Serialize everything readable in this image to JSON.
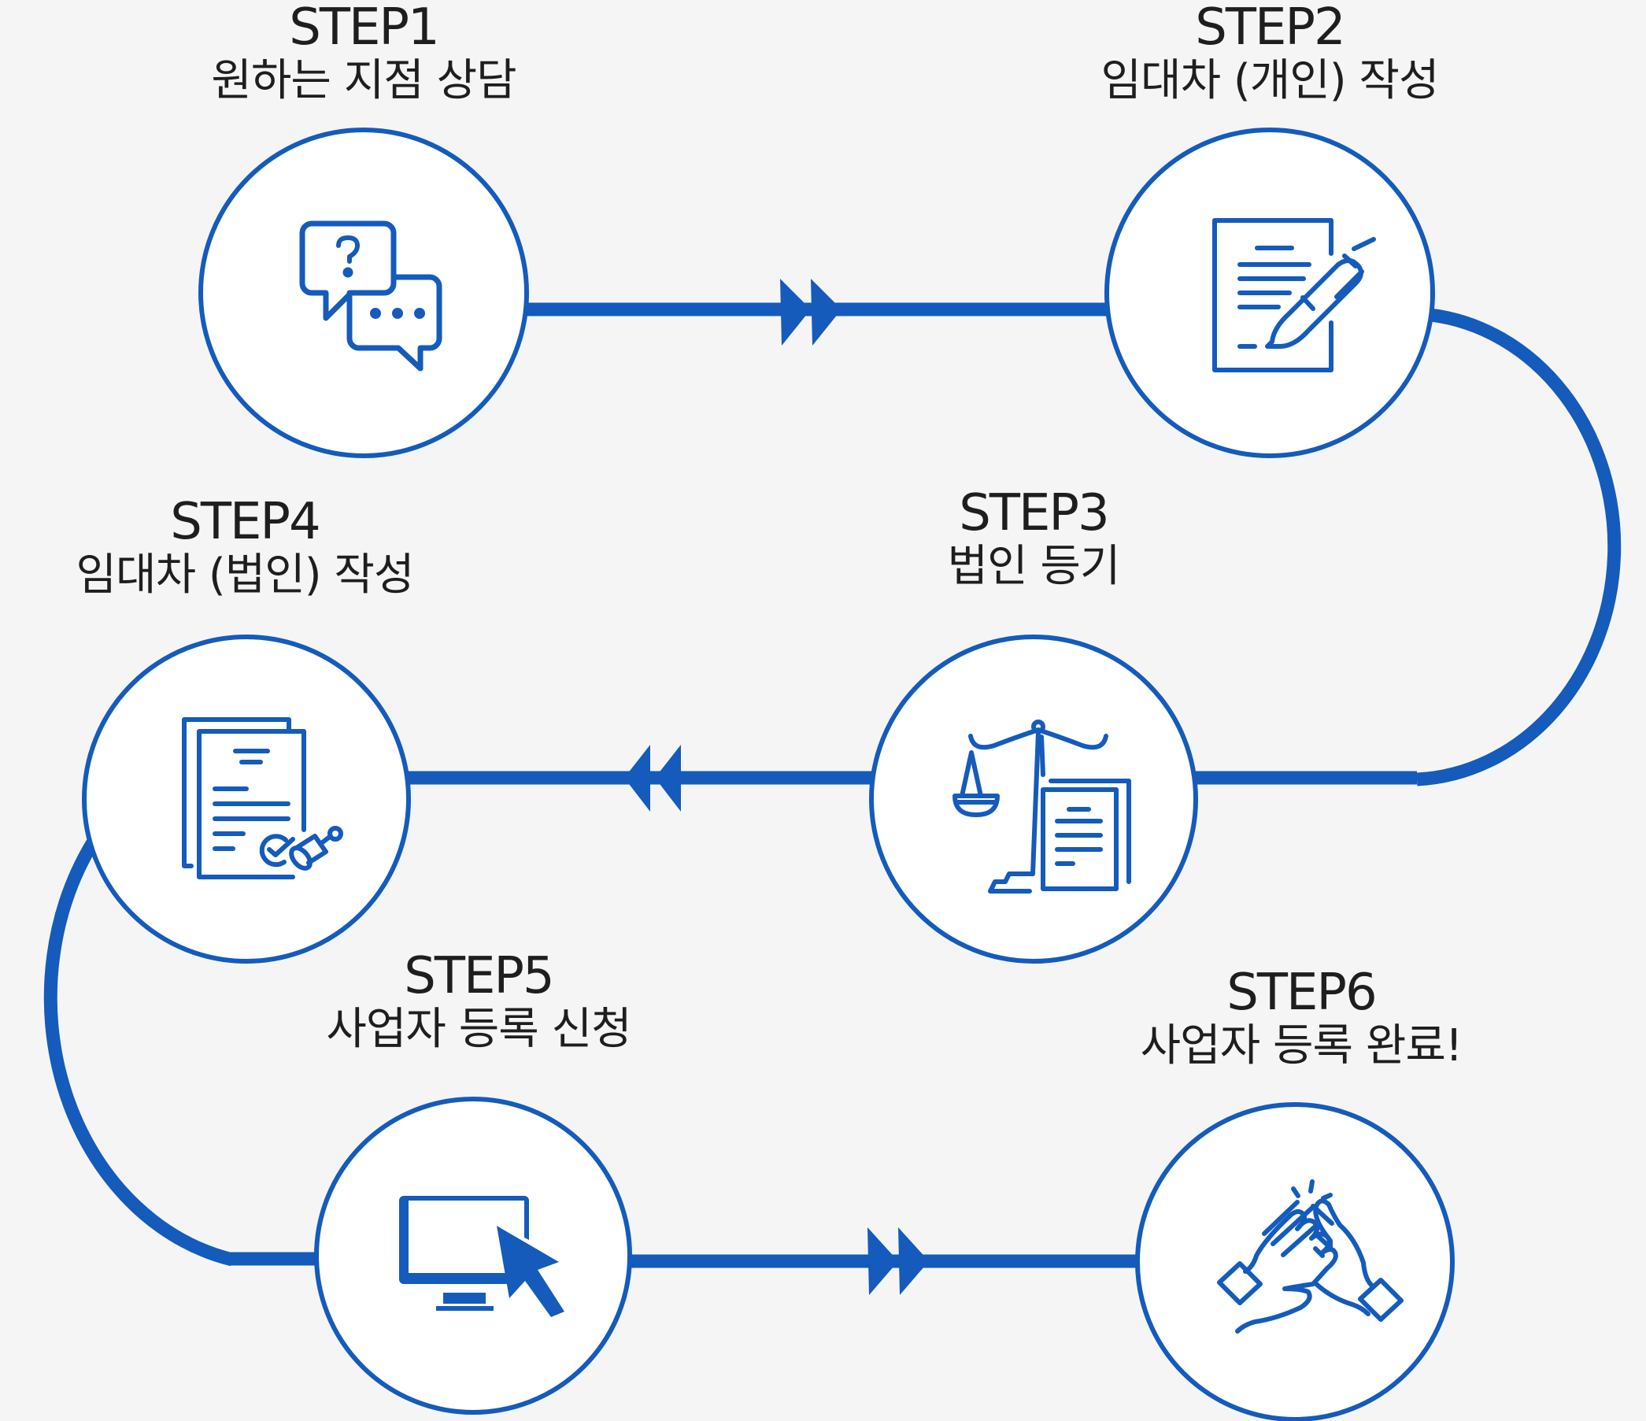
{
  "colors": {
    "accent": "#145bbc",
    "background": "#f5f5f5",
    "circle_fill": "#ffffff",
    "text": "#1e1e1e"
  },
  "steps": [
    {
      "number": "STEP1",
      "title": "원하는 지점 상담",
      "icon": "chat-question-icon"
    },
    {
      "number": "STEP2",
      "title": "임대차 (개인) 작성",
      "icon": "document-pen-icon"
    },
    {
      "number": "STEP3",
      "title": "법인 등기",
      "icon": "scales-document-icon"
    },
    {
      "number": "STEP4",
      "title": "임대차 (법인) 작성",
      "icon": "document-stamp-icon"
    },
    {
      "number": "STEP5",
      "title": "사업자 등록 신청",
      "icon": "monitor-cursor-icon"
    },
    {
      "number": "STEP6",
      "title": "사업자 등록 완료!",
      "icon": "high-five-icon"
    }
  ],
  "connectors": [
    {
      "from": "STEP1",
      "to": "STEP2",
      "direction": "right",
      "marker": "double-arrow"
    },
    {
      "from": "STEP2",
      "to": "STEP3",
      "direction": "curve-right",
      "marker": "none"
    },
    {
      "from": "STEP3",
      "to": "STEP4",
      "direction": "left",
      "marker": "double-arrow"
    },
    {
      "from": "STEP4",
      "to": "STEP5",
      "direction": "curve-left",
      "marker": "none"
    },
    {
      "from": "STEP5",
      "to": "STEP6",
      "direction": "right",
      "marker": "double-arrow"
    }
  ]
}
